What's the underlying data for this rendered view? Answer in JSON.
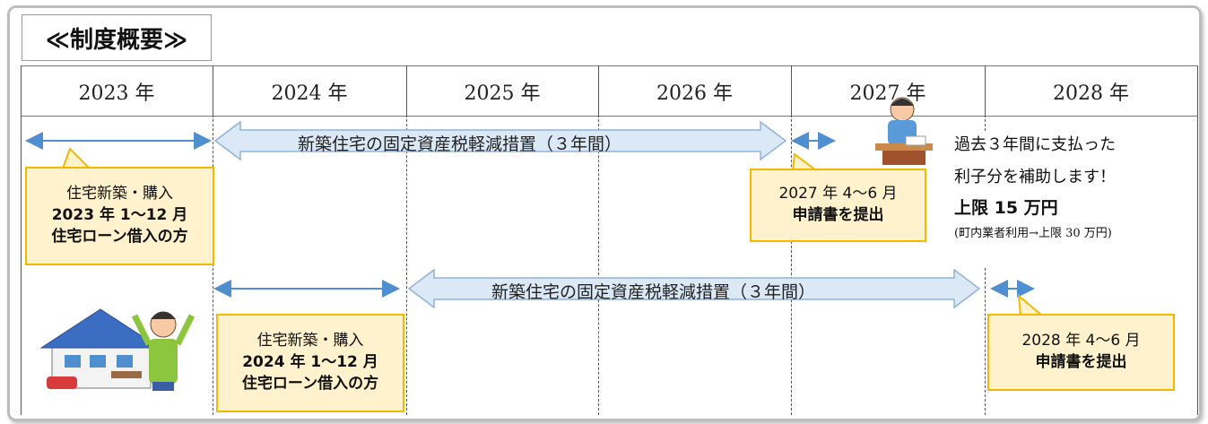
{
  "title": "≪制度概要≫",
  "years": [
    "2023 年",
    "2024 年",
    "2025 年",
    "2026 年",
    "2027 年",
    "2028 年"
  ],
  "row1": {
    "measure_label": "新築住宅の固定資産税軽減措置（３年間）",
    "purchase_callout": [
      "住宅新築・購入",
      "2023 年 1～12 月",
      "住宅ローン借入の方"
    ],
    "apply_callout": [
      "2027 年 4～6 月",
      "申請書を提出"
    ]
  },
  "row2": {
    "measure_label": "新築住宅の固定資産税軽減措置（３年間）",
    "purchase_callout": [
      "住宅新築・購入",
      "2024 年 1～12 月",
      "住宅ローン借入の方"
    ],
    "apply_callout": [
      "2028 年 4～6 月",
      "申請書を提出"
    ]
  },
  "note": {
    "line1": "過去３年間に支払った",
    "line2": "利子分を補助します！",
    "limit": "上限 15 万円",
    "sub": "(町内業者利用→上限 30 万円)"
  },
  "colors": {
    "callout_fill": "#fff2cc",
    "callout_border": "#f5b800",
    "arrow_blue": "#4f8fd0",
    "band_fill": "#dbe8f6",
    "band_border": "#8fb3d9"
  },
  "icons": [
    "house-with-person-illustration",
    "person-at-desk-illustration"
  ]
}
